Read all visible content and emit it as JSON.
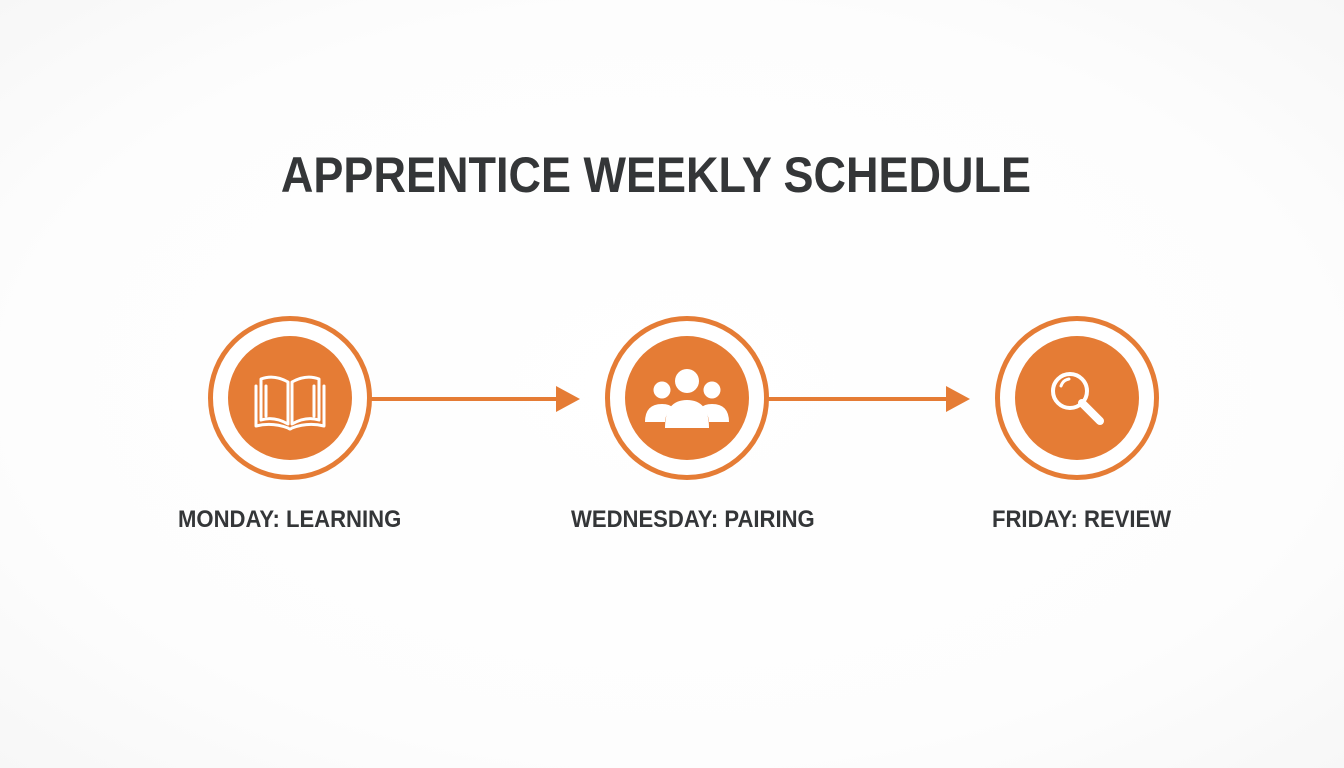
{
  "title": "APPRENTICE WEEKLY SCHEDULE",
  "colors": {
    "accent": "#e57c35",
    "text": "#343638",
    "background": "#ffffff"
  },
  "steps": [
    {
      "label": "MONDAY: LEARNING",
      "icon": "open-book-icon"
    },
    {
      "label": "WEDNESDAY: PAIRING",
      "icon": "group-people-icon"
    },
    {
      "label": "FRIDAY: REVIEW",
      "icon": "magnifying-glass-icon"
    }
  ]
}
